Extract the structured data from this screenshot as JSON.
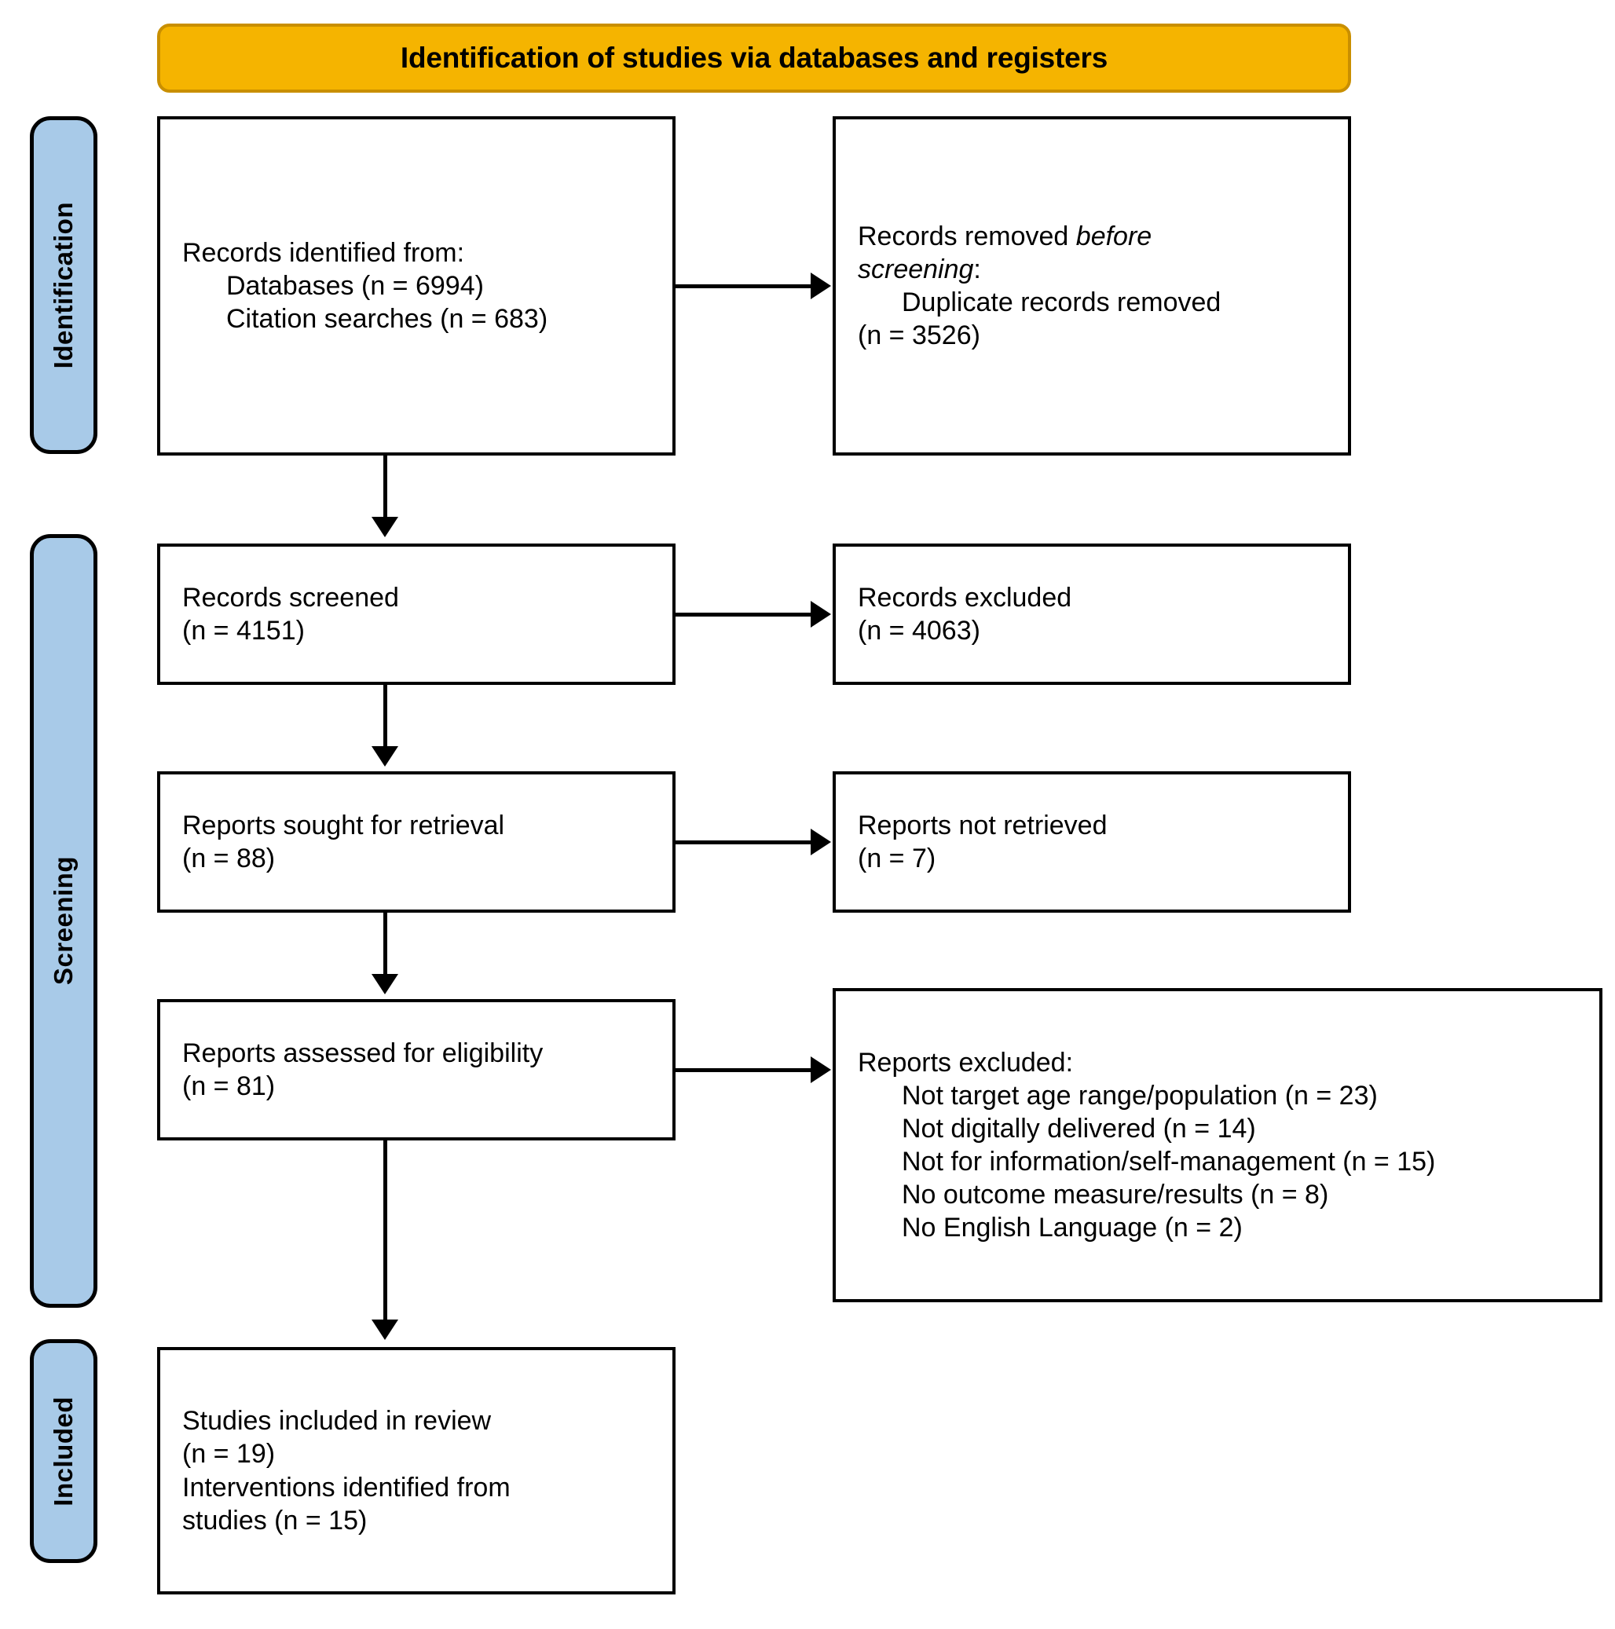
{
  "banner": {
    "title": "Identification of studies via databases and registers"
  },
  "stages": [
    {
      "key": "identification",
      "label": "Identification"
    },
    {
      "key": "screening",
      "label": "Screening"
    },
    {
      "key": "included",
      "label": "Included"
    }
  ],
  "boxes": {
    "identified": {
      "line1": "Records identified from:",
      "line2": "Databases (n = 6994)",
      "line3": "Citation searches (n = 683)"
    },
    "removed": {
      "line1_pre": "Records removed ",
      "line1_ital": "before",
      "line2_ital": "screening",
      "line2_post": ":",
      "line3": "Duplicate records removed",
      "line4": "(n = 3526)"
    },
    "screened": {
      "line1": "Records screened",
      "line2": "(n = 4151)"
    },
    "excluded": {
      "line1": "Records excluded",
      "line2": "(n = 4063)"
    },
    "sought": {
      "line1": "Reports sought for retrieval",
      "line2": "(n = 88)"
    },
    "not_retrieved": {
      "line1": "Reports not retrieved",
      "line2": "(n = 7)"
    },
    "assessed": {
      "line1": "Reports assessed for eligibility",
      "line2": "(n = 81)"
    },
    "reports_excluded": {
      "heading": "Reports excluded:",
      "reason1": "Not target age range/population (n = 23)",
      "reason2": "Not digitally delivered (n = 14)",
      "reason3": "Not for information/self-management (n = 15)",
      "reason4": "No outcome measure/results (n = 8)",
      "reason5": "No English Language (n = 2)"
    },
    "included": {
      "line1": "Studies included in review",
      "line2": "(n = 19)",
      "line3": "Interventions identified from",
      "line4": "studies (n = 15)"
    }
  },
  "colors": {
    "banner_fill": "#F5B400",
    "banner_border": "#C98F00",
    "stage_fill": "#A8CAE8",
    "box_border": "#000000",
    "box_fill": "#FFFFFF"
  }
}
